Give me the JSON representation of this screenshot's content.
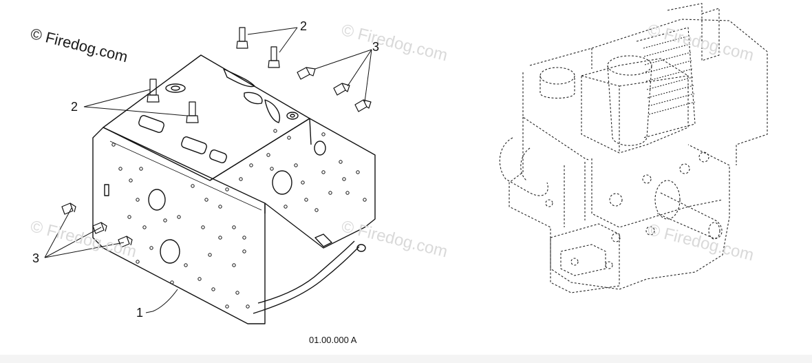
{
  "copyright": "© Firedog.com",
  "watermarks": [
    "© Firedog.com",
    "© Firedog.com",
    "© Firedog.com",
    "© Firedog.com",
    "© Firedog.com"
  ],
  "callouts": {
    "c1": "1",
    "c2_top": "2",
    "c2_left": "2",
    "c3_top": "3",
    "c3_left": "3"
  },
  "figure_code": "01.00.000 A",
  "colors": {
    "line": "#111111",
    "watermark": "#d9d9d9"
  }
}
